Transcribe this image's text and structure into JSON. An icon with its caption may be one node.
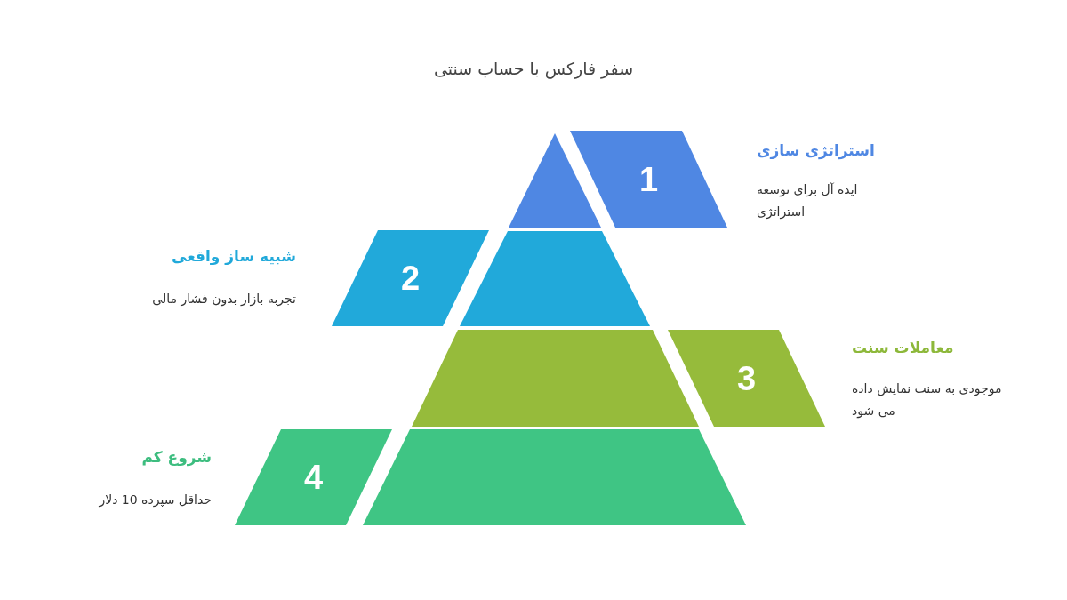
{
  "diagram": {
    "title": "سفر فارکس با حساب سنتی",
    "nodes": [
      {
        "text": [],
        "shape": "triangle"
      },
      {
        "text": [
          "1"
        ],
        "beside": [
          "استراتژی سازی",
          "ایده آل برای توسعه استراتژی"
        ]
      },
      {
        "text": [],
        "shape": "trapezoid"
      },
      {
        "text": [
          "2"
        ],
        "beside": [
          "شبیه ساز واقعی",
          "تجربه بازار بدون فشار مالی"
        ]
      },
      {
        "text": [],
        "shape": "trapezoid"
      },
      {
        "text": [
          "3"
        ],
        "beside": [
          "معاملات سنت",
          "موجودی به سنت نمایش داده می شود"
        ]
      },
      {
        "text": [],
        "shape": "trapezoid"
      },
      {
        "text": [
          "4"
        ],
        "beside": [
          "شروع کم",
          "حداقل سپرده 10 دلار"
        ]
      }
    ]
  }
}
